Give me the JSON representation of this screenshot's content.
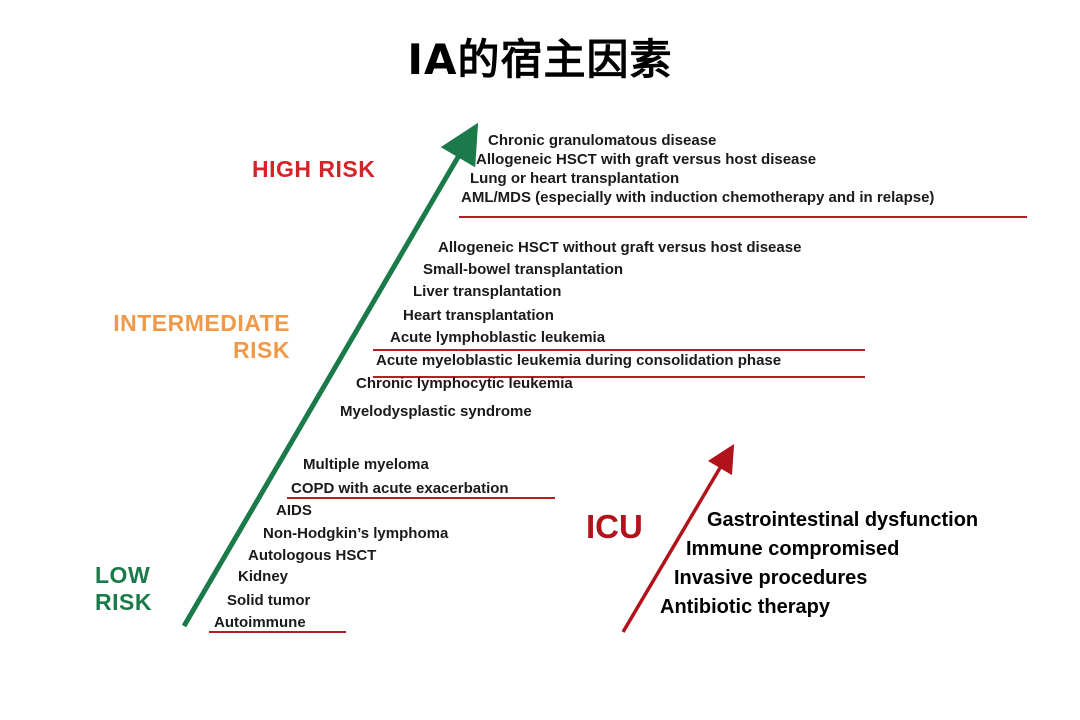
{
  "title": "IA的宿主因素",
  "risk_levels": {
    "high": "HIGH RISK",
    "intermediate_line1": "INTERMEDIATE",
    "intermediate_line2": "RISK",
    "low_line1": "LOW",
    "low_line2": "RISK"
  },
  "high_risk_items": [
    "Chronic granulomatous disease",
    "Allogeneic HSCT with graft versus host disease",
    "Lung or heart transplantation",
    "AML/MDS (especially with induction chemotherapy and in relapse)"
  ],
  "intermediate_risk_items": [
    "Allogeneic HSCT without graft versus host disease",
    "Small-bowel transplantation",
    "Liver transplantation",
    "Heart transplantation",
    "Acute lymphoblastic leukemia",
    "Acute myeloblastic leukemia during consolidation phase",
    "Chronic lymphocytic leukemia",
    "Myelodysplastic syndrome"
  ],
  "low_risk_items": [
    "Multiple myeloma",
    "COPD with acute exacerbation",
    "AIDS",
    "Non-Hodgkin’s lymphoma",
    "Autologous HSCT",
    "Kidney",
    "Solid tumor",
    "Autoimmune"
  ],
  "icu": {
    "label": "ICU",
    "items": [
      "Gastrointestinal dysfunction",
      "Immune compromised",
      "Invasive procedures",
      "Antibiotic therapy"
    ]
  },
  "colors": {
    "main_arrow": "#1b7a4a",
    "icu_arrow": "#b1121b",
    "high_risk": "#d3242a",
    "intermediate_risk": "#ef9a49",
    "low_risk": "#1b7a4a",
    "underline": "#b51f24"
  }
}
